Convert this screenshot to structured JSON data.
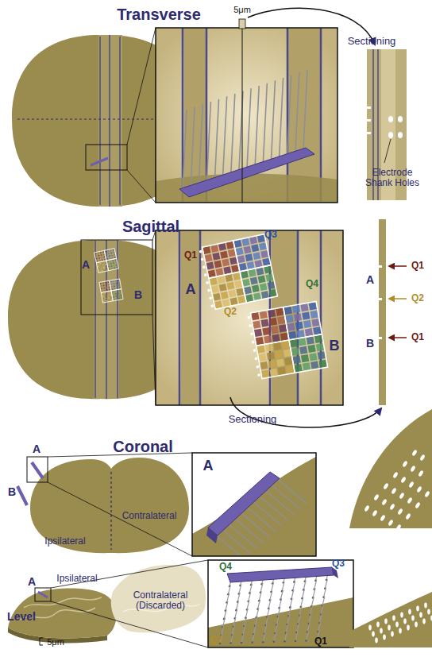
{
  "diagram": {
    "labels": [
      "Transverse",
      "5μm",
      "Sectioning",
      "Electrode Shank Holes",
      "Sagittal",
      "A",
      "B",
      "Q3",
      "Q1",
      "A",
      "Q2",
      "Q4",
      "B",
      "A",
      "Q1",
      "Q2",
      "B",
      "Q1",
      "Sectioning",
      "Coronal",
      "A",
      "B",
      "Contralateral",
      "Ipsilateral",
      "A",
      "Level",
      "A",
      "Ipsilateral",
      "Contralateral (Discarded)",
      "5μm",
      "Q4",
      "Q3",
      "Q2",
      "Q1"
    ]
  }
}
